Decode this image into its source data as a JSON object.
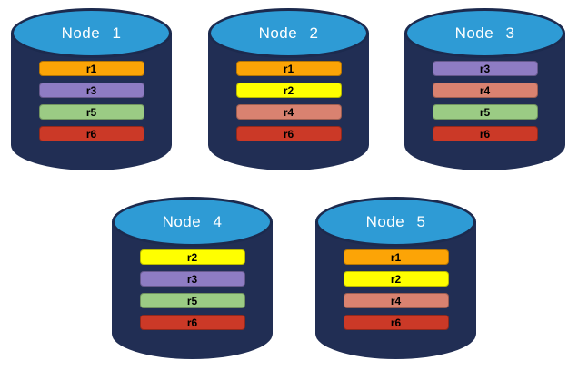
{
  "colors": {
    "background": "#FFFFFF",
    "cylinder_body": "#212E54",
    "cylinder_top": "#2E9BD5",
    "cylinder_top_border": "#1C2A4E",
    "node_label_text": "#FFFFFF",
    "bar_text": "#000000",
    "replica_palette": {
      "r1": "#FCA406",
      "r2": "#FFFF00",
      "r3": "#8E7CC3",
      "r4": "#D98270",
      "r5": "#9BCB84",
      "r6": "#CB3927"
    }
  },
  "nodes": [
    {
      "label": "Node 1",
      "bars": [
        {
          "label": "r1",
          "color": "#FCA406"
        },
        {
          "label": "r3",
          "color": "#8E7CC3"
        },
        {
          "label": "r5",
          "color": "#9BCB84"
        },
        {
          "label": "r6",
          "color": "#CB3927"
        }
      ]
    },
    {
      "label": "Node 2",
      "bars": [
        {
          "label": "r1",
          "color": "#FCA406"
        },
        {
          "label": "r2",
          "color": "#FFFF00"
        },
        {
          "label": "r4",
          "color": "#D98270"
        },
        {
          "label": "r6",
          "color": "#CB3927"
        }
      ]
    },
    {
      "label": "Node 3",
      "bars": [
        {
          "label": "r3",
          "color": "#8E7CC3"
        },
        {
          "label": "r4",
          "color": "#D98270"
        },
        {
          "label": "r5",
          "color": "#9BCB84"
        },
        {
          "label": "r6",
          "color": "#CB3927"
        }
      ]
    },
    {
      "label": "Node 4",
      "bars": [
        {
          "label": "r2",
          "color": "#FFFF00"
        },
        {
          "label": "r3",
          "color": "#8E7CC3"
        },
        {
          "label": "r5",
          "color": "#9BCB84"
        },
        {
          "label": "r6",
          "color": "#CB3927"
        }
      ]
    },
    {
      "label": "Node 5",
      "bars": [
        {
          "label": "r1",
          "color": "#FCA406"
        },
        {
          "label": "r2",
          "color": "#FFFF00"
        },
        {
          "label": "r4",
          "color": "#D98270"
        },
        {
          "label": "r6",
          "color": "#CB3927"
        }
      ]
    }
  ]
}
